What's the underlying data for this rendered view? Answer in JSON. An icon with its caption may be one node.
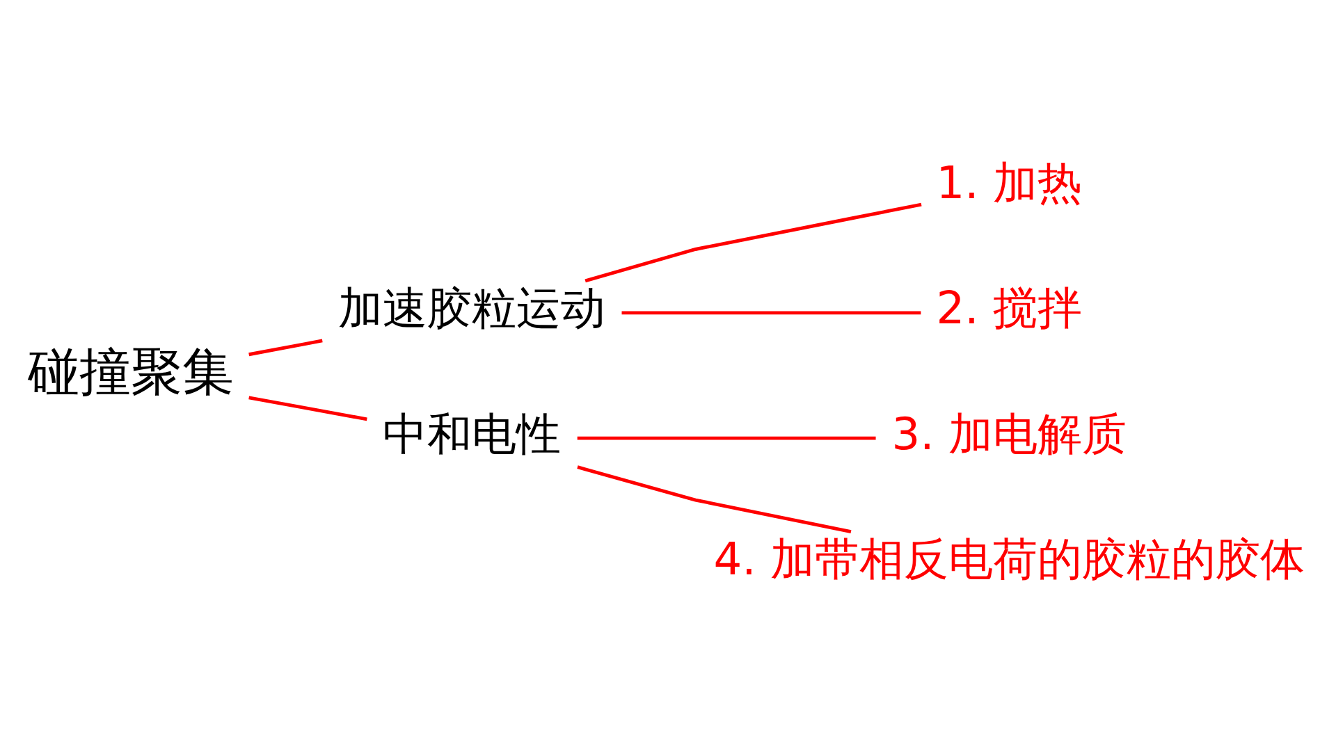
{
  "diagram": {
    "nodes": [
      {
        "text": [
          "碰撞聚集"
        ]
      },
      {
        "text": [
          "加速胶粒运动"
        ]
      },
      {
        "text": [
          "1. 加热"
        ]
      },
      {
        "text": [
          "2. 搅拌"
        ]
      },
      {
        "text": [
          "中和电性"
        ]
      },
      {
        "text": [
          "3. 加电解质"
        ]
      },
      {
        "text": [
          "4. 加带相反电荷的胶粒的胶体"
        ]
      }
    ],
    "edges": [
      {
        "from": 0,
        "to": 1,
        "arrow": "none"
      },
      {
        "from": 0,
        "to": 4,
        "arrow": "none"
      },
      {
        "from": 1,
        "to": 2,
        "arrow": "none"
      },
      {
        "from": 1,
        "to": 3,
        "arrow": "none"
      },
      {
        "from": 4,
        "to": 5,
        "arrow": "none"
      },
      {
        "from": 4,
        "to": 6,
        "arrow": "none"
      }
    ]
  }
}
